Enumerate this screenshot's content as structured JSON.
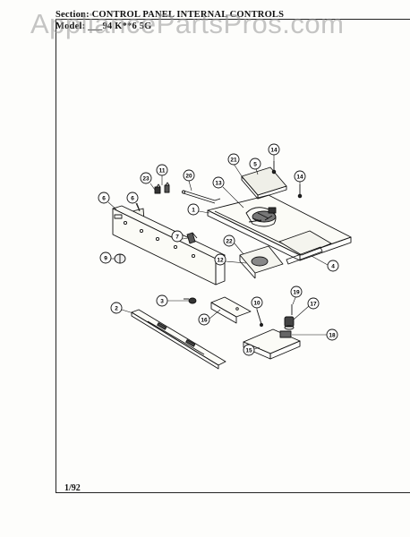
{
  "header": {
    "section_line": "Section: CONTROL PANEL INTERNAL CONTROLS",
    "model_line": "Model: ___94 K**6 5G"
  },
  "watermark": "AppliancePartsPros.com",
  "footer": {
    "page": "1/92"
  },
  "callouts": [
    "21",
    "14",
    "5",
    "14",
    "11",
    "23",
    "20",
    "13",
    "6",
    "6",
    "1",
    "7",
    "22",
    "12",
    "4",
    "9",
    "3",
    "10",
    "19",
    "17",
    "2",
    "16",
    "18",
    "15"
  ]
}
